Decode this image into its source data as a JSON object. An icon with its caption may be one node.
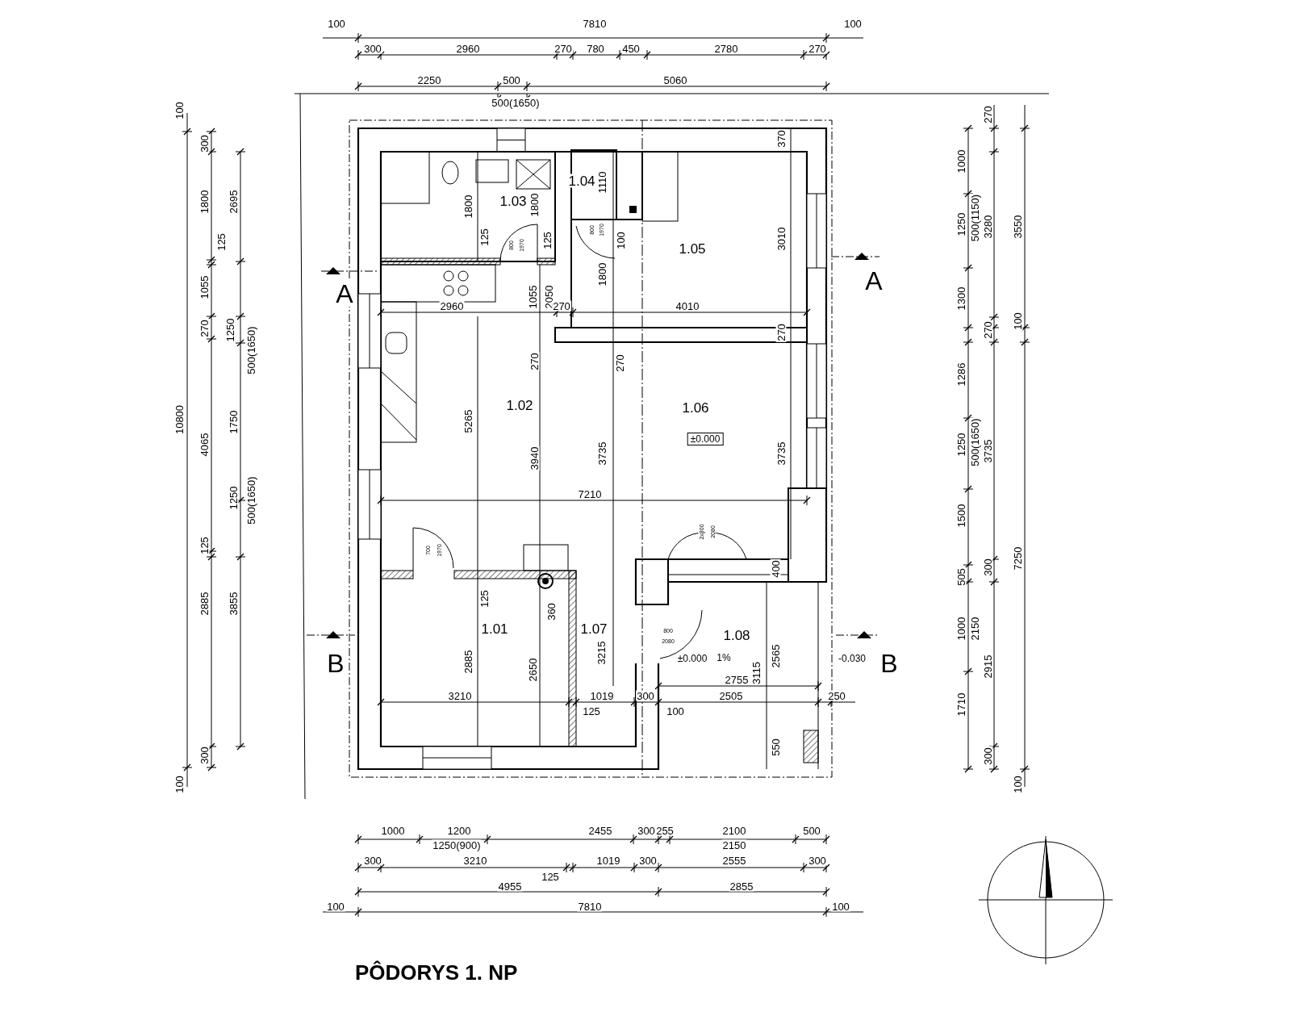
{
  "diagram": {
    "title": "PÔDORYS 1. NP",
    "labels": [
      "100",
      "7810",
      "100",
      "300",
      "2960",
      "270",
      "780",
      "450",
      "2780",
      "270",
      "2250",
      "500",
      "5060",
      "500(1650)",
      "100",
      "300",
      "1800",
      "2695",
      "125",
      "1055",
      "270",
      "1250",
      "500(1650)",
      "10800",
      "1750",
      "4065",
      "1250",
      "500(1650)",
      "125",
      "2885",
      "3855",
      "300",
      "100",
      "270",
      "1000",
      "1250",
      "500(1150)",
      "3280",
      "3550",
      "1300",
      "270",
      "100",
      "1286",
      "1250",
      "500(1650)",
      "3735",
      "1500",
      "300",
      "7250",
      "505",
      "1000",
      "2150",
      "2915",
      "1710",
      "300",
      "100",
      "A",
      "A",
      "B",
      "B",
      "370",
      "1.04",
      "1110",
      "1800",
      "1.03",
      "1800",
      "800",
      "1970",
      "125",
      "125",
      "800",
      "1970",
      "100",
      "1.05",
      "3010",
      "1800",
      "1055",
      "2050",
      "2960",
      "270",
      "4010",
      "270",
      "270",
      "270",
      "1.02",
      "1.06",
      "5265",
      "±0.000",
      "3940",
      "3735",
      "3735",
      "7210",
      "700",
      "1970",
      "2x800",
      "2080",
      "400",
      "125",
      "360",
      "1.01",
      "1.07",
      "1.08",
      "800",
      "2080",
      "2885",
      "2650",
      "3215",
      "±0.000",
      "1%",
      "3115",
      "2565",
      "-0.030",
      "2755",
      "3210",
      "1019",
      "300",
      "2505",
      "250",
      "125",
      "100",
      "550",
      "1000",
      "1200",
      "2455",
      "300",
      "255",
      "2100",
      "500",
      "1250(900)",
      "2150",
      "300",
      "3210",
      "1019",
      "300",
      "2555",
      "300",
      "125",
      "4955",
      "2855",
      "100",
      "7810",
      "100"
    ]
  }
}
